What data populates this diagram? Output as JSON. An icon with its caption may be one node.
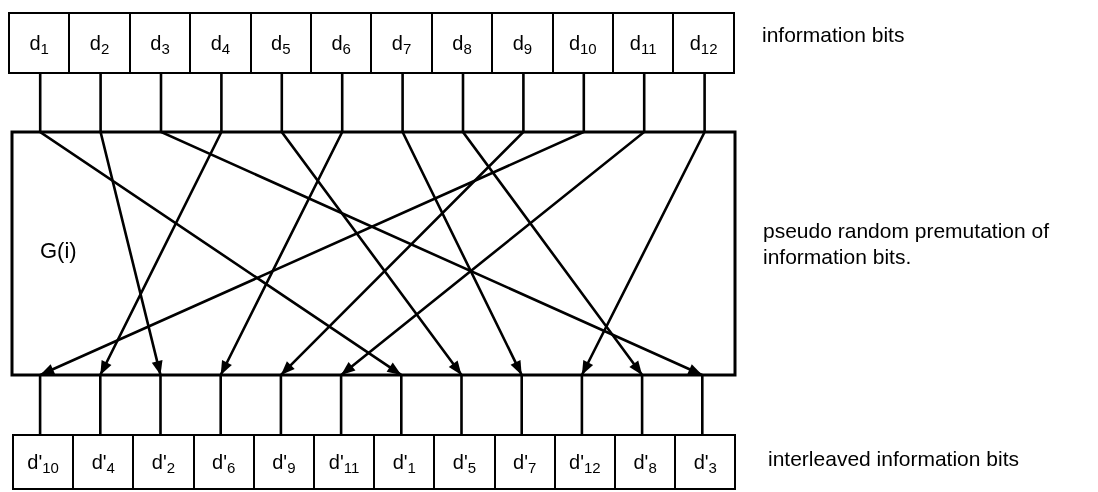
{
  "diagram": {
    "nodes": [
      {
        "text": [
          "d$_{1}$"
        ]
      },
      {
        "text": [
          "d$_{2}$"
        ]
      },
      {
        "text": [
          "d$_{3}$"
        ]
      },
      {
        "text": [
          "d$_{4}$"
        ]
      },
      {
        "text": [
          "d$_{5}$"
        ]
      },
      {
        "text": [
          "d$_{6}$"
        ]
      },
      {
        "text": [
          "d$_{7}$"
        ]
      },
      {
        "text": [
          "d$_{8}$"
        ]
      },
      {
        "text": [
          "d$_{9}$"
        ]
      },
      {
        "text": [
          "d$_{10}$"
        ]
      },
      {
        "text": [
          "d$_{11}$"
        ]
      },
      {
        "text": [
          "d$_{12}$"
        ]
      },
      {
        "text": [
          "d'$_{10}$"
        ]
      },
      {
        "text": [
          "d'$_{4}$"
        ]
      },
      {
        "text": [
          "d'$_{2}$"
        ]
      },
      {
        "text": [
          "d'$_{6}$"
        ]
      },
      {
        "text": [
          "d'$_{9}$"
        ]
      },
      {
        "text": [
          "d'$_{11}$"
        ]
      },
      {
        "text": [
          "d'$_{1}$"
        ]
      },
      {
        "text": [
          "d'$_{5}$"
        ]
      },
      {
        "text": [
          "d'$_{7}$"
        ]
      },
      {
        "text": [
          "d'$_{12}$"
        ]
      },
      {
        "text": [
          "d'$_{8}$"
        ]
      },
      {
        "text": [
          "d'$_{3}$"
        ]
      }
    ],
    "edges": [
      {
        "from": 0,
        "to": 18,
        "arrow": "to"
      },
      {
        "from": 1,
        "to": 14,
        "arrow": "to"
      },
      {
        "from": 2,
        "to": 23,
        "arrow": "to"
      },
      {
        "from": 3,
        "to": 13,
        "arrow": "to"
      },
      {
        "from": 4,
        "to": 19,
        "arrow": "to"
      },
      {
        "from": 5,
        "to": 15,
        "arrow": "to"
      },
      {
        "from": 6,
        "to": 20,
        "arrow": "to"
      },
      {
        "from": 7,
        "to": 22,
        "arrow": "to"
      },
      {
        "from": 8,
        "to": 16,
        "arrow": "to"
      },
      {
        "from": 9,
        "to": 12,
        "arrow": "to"
      },
      {
        "from": 10,
        "to": 17,
        "arrow": "to"
      },
      {
        "from": 11,
        "to": 21,
        "arrow": "to"
      }
    ],
    "labels": [
      "information bits",
      "G(i)",
      "pseudo random premutation of information bits.",
      "interleaved information bits"
    ]
  }
}
